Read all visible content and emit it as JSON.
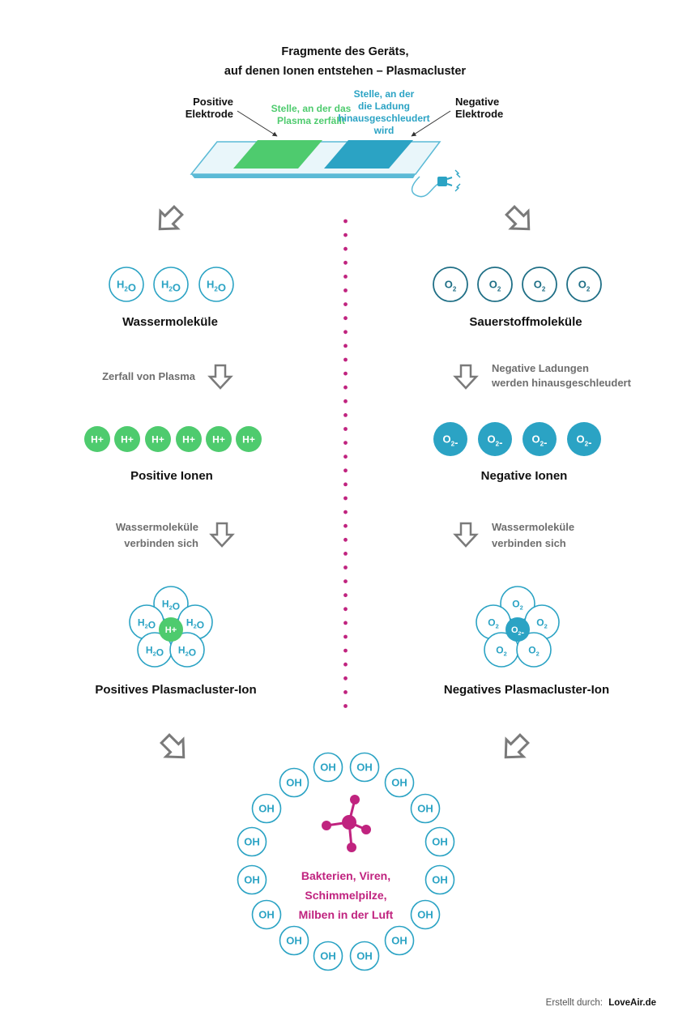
{
  "title": [
    "Fragmente des Geräts,",
    "auf denen Ionen entstehen – Plasmacluster"
  ],
  "device": {
    "positive_electrode": [
      "Positive",
      "Elektrode"
    ],
    "plasma_spot": [
      "Stelle, an der das",
      "Plasma zerfällt"
    ],
    "charge_spot": [
      "Stelle, an der",
      "die Ladung",
      "hinausgeschleudert",
      "wird"
    ],
    "negative_electrode": [
      "Negative",
      "Elektrode"
    ]
  },
  "left": {
    "molecule_label": "H2O",
    "molecules_caption": "Wassermoleküle",
    "step1": [
      "Zerfall von Plasma"
    ],
    "ion_label": "H+",
    "ions_caption": "Positive Ionen",
    "step2": [
      "Wassermoleküle",
      "verbinden sich"
    ],
    "cluster_caption": "Positives Plasmacluster-Ion"
  },
  "right": {
    "molecule_label": "O2",
    "molecules_caption": "Sauerstoffmoleküle",
    "step1": [
      "Negative Ladungen",
      "werden hinausgeschleudert"
    ],
    "ion_label": "O2-",
    "ions_caption": "Negative Ionen",
    "step2": [
      "Wassermoleküle",
      "verbinden sich"
    ],
    "cluster_caption": "Negatives Plasmacluster-Ion"
  },
  "result": {
    "radical_label": "OH",
    "target_text": [
      "Bakterien, Viren,",
      "Schimmelpilze,",
      "Milben in der Luft"
    ]
  },
  "footer": {
    "prefix": "Erstellt durch:",
    "brand": "LoveAir.de"
  },
  "colors": {
    "green": "#4ecb6e",
    "blue": "#2ba3c4",
    "dark_teal": "#1f6f86",
    "magenta": "#c0237f",
    "gray_arrow": "#7a7a7a"
  }
}
